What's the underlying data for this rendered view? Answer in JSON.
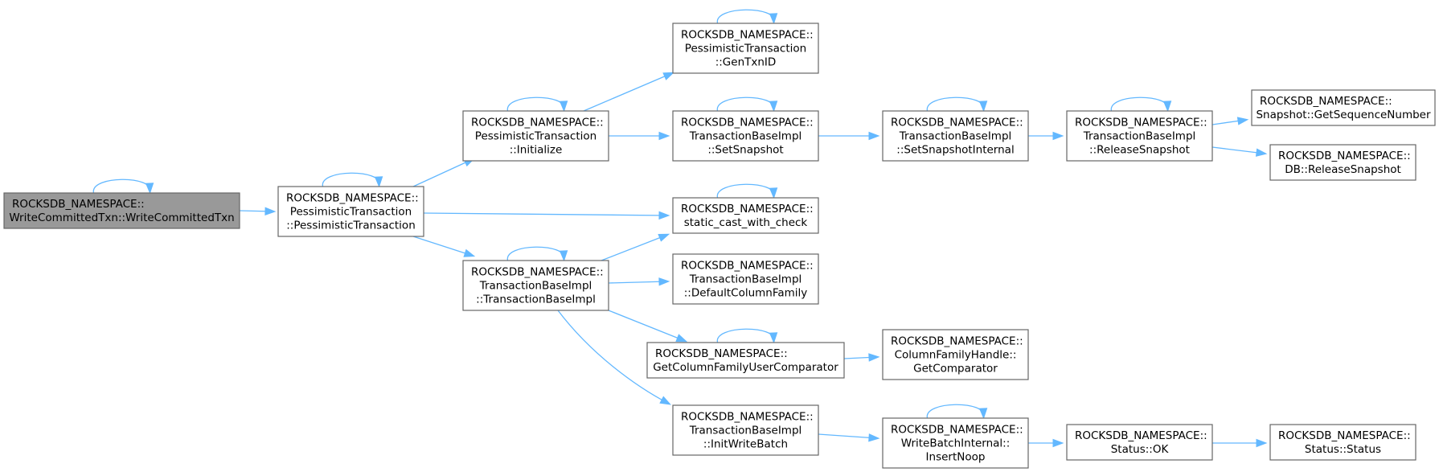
{
  "diagram": {
    "type": "call-graph",
    "colors": {
      "edge": "#63b8ff",
      "root_fill": "#999999",
      "node_border": "#666666",
      "node_fill": "#ffffff"
    },
    "nodes": [
      {
        "id": "root",
        "lines": [
          "ROCKSDB_NAMESPACE::",
          "WriteCommittedTxn::WriteCommittedTxn"
        ],
        "root": true,
        "self_loop": true
      },
      {
        "id": "pt",
        "lines": [
          "ROCKSDB_NAMESPACE::",
          "PessimisticTransaction",
          "::PessimisticTransaction"
        ],
        "self_loop": true
      },
      {
        "id": "init",
        "lines": [
          "ROCKSDB_NAMESPACE::",
          "PessimisticTransaction",
          "::Initialize"
        ],
        "self_loop": true
      },
      {
        "id": "tbi",
        "lines": [
          "ROCKSDB_NAMESPACE::",
          "TransactionBaseImpl",
          "::TransactionBaseImpl"
        ],
        "self_loop": true
      },
      {
        "id": "gentxn",
        "lines": [
          "ROCKSDB_NAMESPACE::",
          "PessimisticTransaction",
          "::GenTxnID"
        ],
        "self_loop": true
      },
      {
        "id": "setsnap",
        "lines": [
          "ROCKSDB_NAMESPACE::",
          "TransactionBaseImpl",
          "::SetSnapshot"
        ],
        "self_loop": true
      },
      {
        "id": "scwc",
        "lines": [
          "ROCKSDB_NAMESPACE::",
          "static_cast_with_check"
        ],
        "self_loop": true
      },
      {
        "id": "dcf",
        "lines": [
          "ROCKSDB_NAMESPACE::",
          "TransactionBaseImpl",
          "::DefaultColumnFamily"
        ],
        "self_loop": false
      },
      {
        "id": "gcfuc",
        "lines": [
          "ROCKSDB_NAMESPACE::",
          "GetColumnFamilyUserComparator"
        ],
        "self_loop": true
      },
      {
        "id": "iwb",
        "lines": [
          "ROCKSDB_NAMESPACE::",
          "TransactionBaseImpl",
          "::InitWriteBatch"
        ],
        "self_loop": false
      },
      {
        "id": "ssi",
        "lines": [
          "ROCKSDB_NAMESPACE::",
          "TransactionBaseImpl",
          "::SetSnapshotInternal"
        ],
        "self_loop": true
      },
      {
        "id": "cfh",
        "lines": [
          "ROCKSDB_NAMESPACE::",
          "ColumnFamilyHandle::",
          "GetComparator"
        ],
        "self_loop": false
      },
      {
        "id": "wbi",
        "lines": [
          "ROCKSDB_NAMESPACE::",
          "WriteBatchInternal::",
          "InsertNoop"
        ],
        "self_loop": true
      },
      {
        "id": "relsnap",
        "lines": [
          "ROCKSDB_NAMESPACE::",
          "TransactionBaseImpl",
          "::ReleaseSnapshot"
        ],
        "self_loop": true
      },
      {
        "id": "statusok",
        "lines": [
          "ROCKSDB_NAMESPACE::",
          "Status::OK"
        ],
        "self_loop": false
      },
      {
        "id": "getseq",
        "lines": [
          "ROCKSDB_NAMESPACE::",
          "Snapshot::GetSequenceNumber"
        ],
        "self_loop": false
      },
      {
        "id": "dbrel",
        "lines": [
          "ROCKSDB_NAMESPACE::",
          "DB::ReleaseSnapshot"
        ],
        "self_loop": false
      },
      {
        "id": "status",
        "lines": [
          "ROCKSDB_NAMESPACE::",
          "Status::Status"
        ],
        "self_loop": false
      }
    ],
    "edges": [
      {
        "from": "root",
        "to": "pt"
      },
      {
        "from": "pt",
        "to": "init"
      },
      {
        "from": "pt",
        "to": "scwc"
      },
      {
        "from": "pt",
        "to": "tbi"
      },
      {
        "from": "init",
        "to": "gentxn"
      },
      {
        "from": "init",
        "to": "setsnap"
      },
      {
        "from": "setsnap",
        "to": "ssi"
      },
      {
        "from": "ssi",
        "to": "relsnap"
      },
      {
        "from": "relsnap",
        "to": "getseq"
      },
      {
        "from": "relsnap",
        "to": "dbrel"
      },
      {
        "from": "tbi",
        "to": "scwc"
      },
      {
        "from": "tbi",
        "to": "dcf"
      },
      {
        "from": "tbi",
        "to": "gcfuc"
      },
      {
        "from": "tbi",
        "to": "iwb"
      },
      {
        "from": "gcfuc",
        "to": "cfh"
      },
      {
        "from": "iwb",
        "to": "wbi"
      },
      {
        "from": "wbi",
        "to": "statusok"
      },
      {
        "from": "statusok",
        "to": "status"
      }
    ]
  }
}
